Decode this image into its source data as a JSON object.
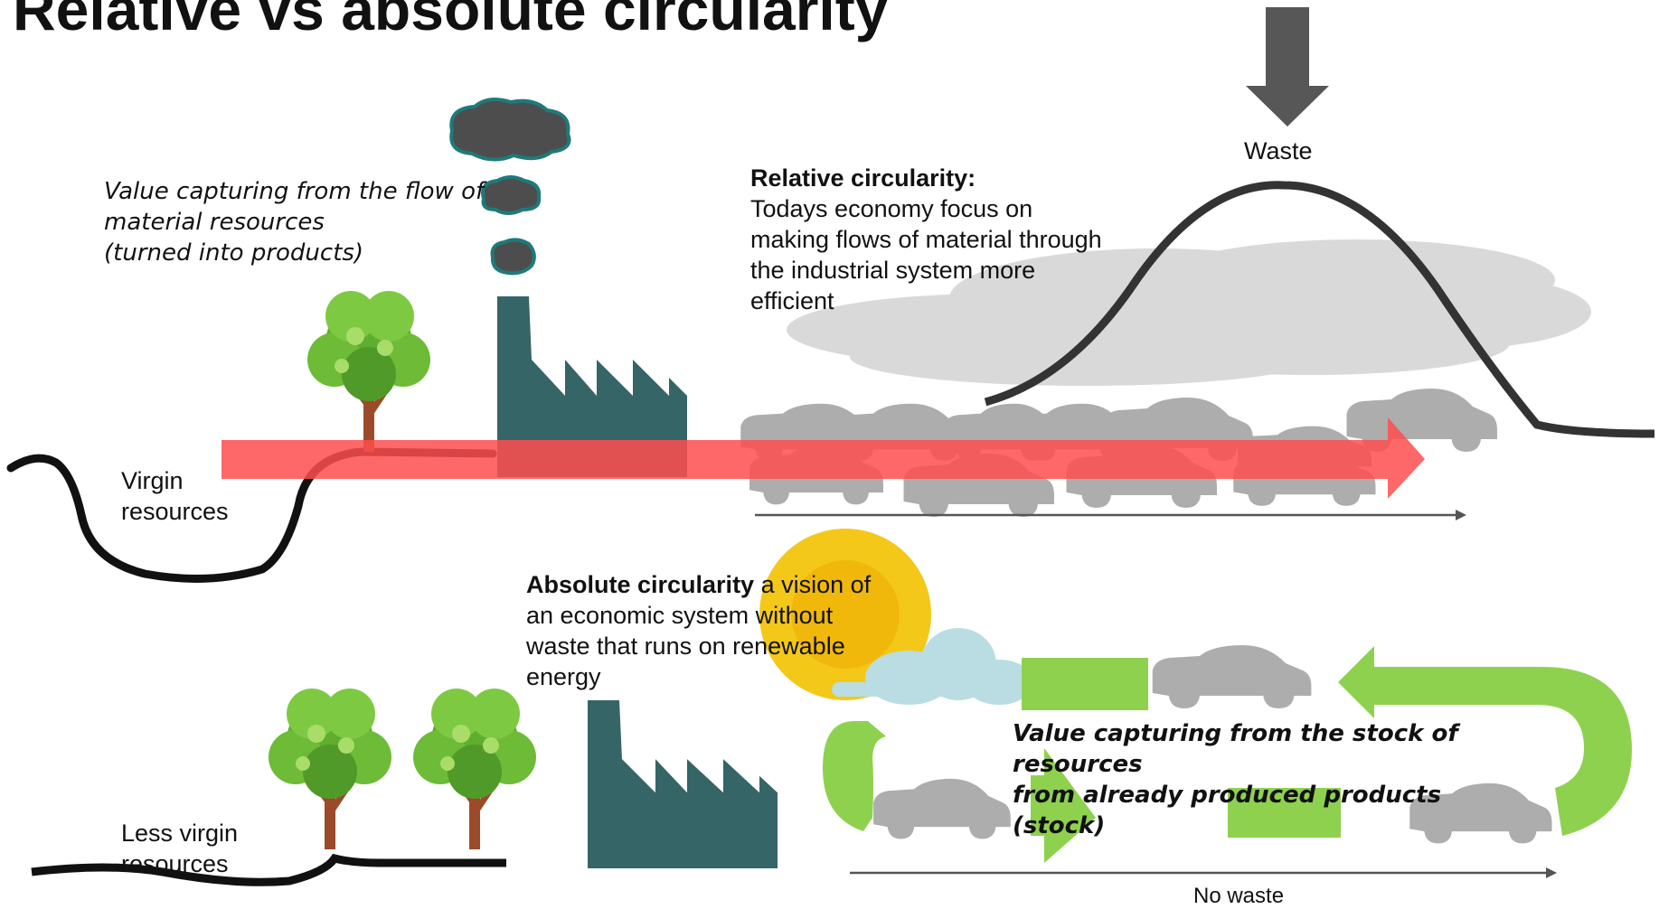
{
  "title": "Relative vs absolute circularity",
  "top_section": {
    "value_flow_line1": "Value capturing from the flow of",
    "value_flow_line2": "material resources",
    "value_flow_line3": "(turned into products)",
    "relative_heading": "Relative circularity:",
    "relative_line1": "Todays economy focus on",
    "relative_line2": "making flows of material through",
    "relative_line3": "the industrial system more",
    "relative_line4": "efficient",
    "waste_label": "Waste",
    "virgin_line1": "Virgin",
    "virgin_line2": "resources"
  },
  "bottom_section": {
    "absolute_heading": "Absolute circularity",
    "absolute_rest1": " a vision of",
    "absolute_line2": "an economic system without",
    "absolute_line3": "waste that runs on renewable",
    "absolute_line4": "energy",
    "value_stock_line1": "Value capturing from the stock of resources",
    "value_stock_line2": "from already produced products (stock)",
    "less_line1": "Less virgin",
    "less_line2": "resources",
    "no_waste_label": "No waste"
  },
  "colors": {
    "red_flow": "#ff4d4d",
    "green_loop": "#8ed14f",
    "factory": "#356566",
    "smoke": "#4d4d4d",
    "smoke_outline": "#1f7a7a",
    "car_gray": "#a9a9a9",
    "cloud_gray": "#d9d9d9",
    "sun": "#f2c200",
    "sky_cloud": "#b9dde3",
    "curve": "#111111",
    "waste_arrow": "#575757"
  }
}
